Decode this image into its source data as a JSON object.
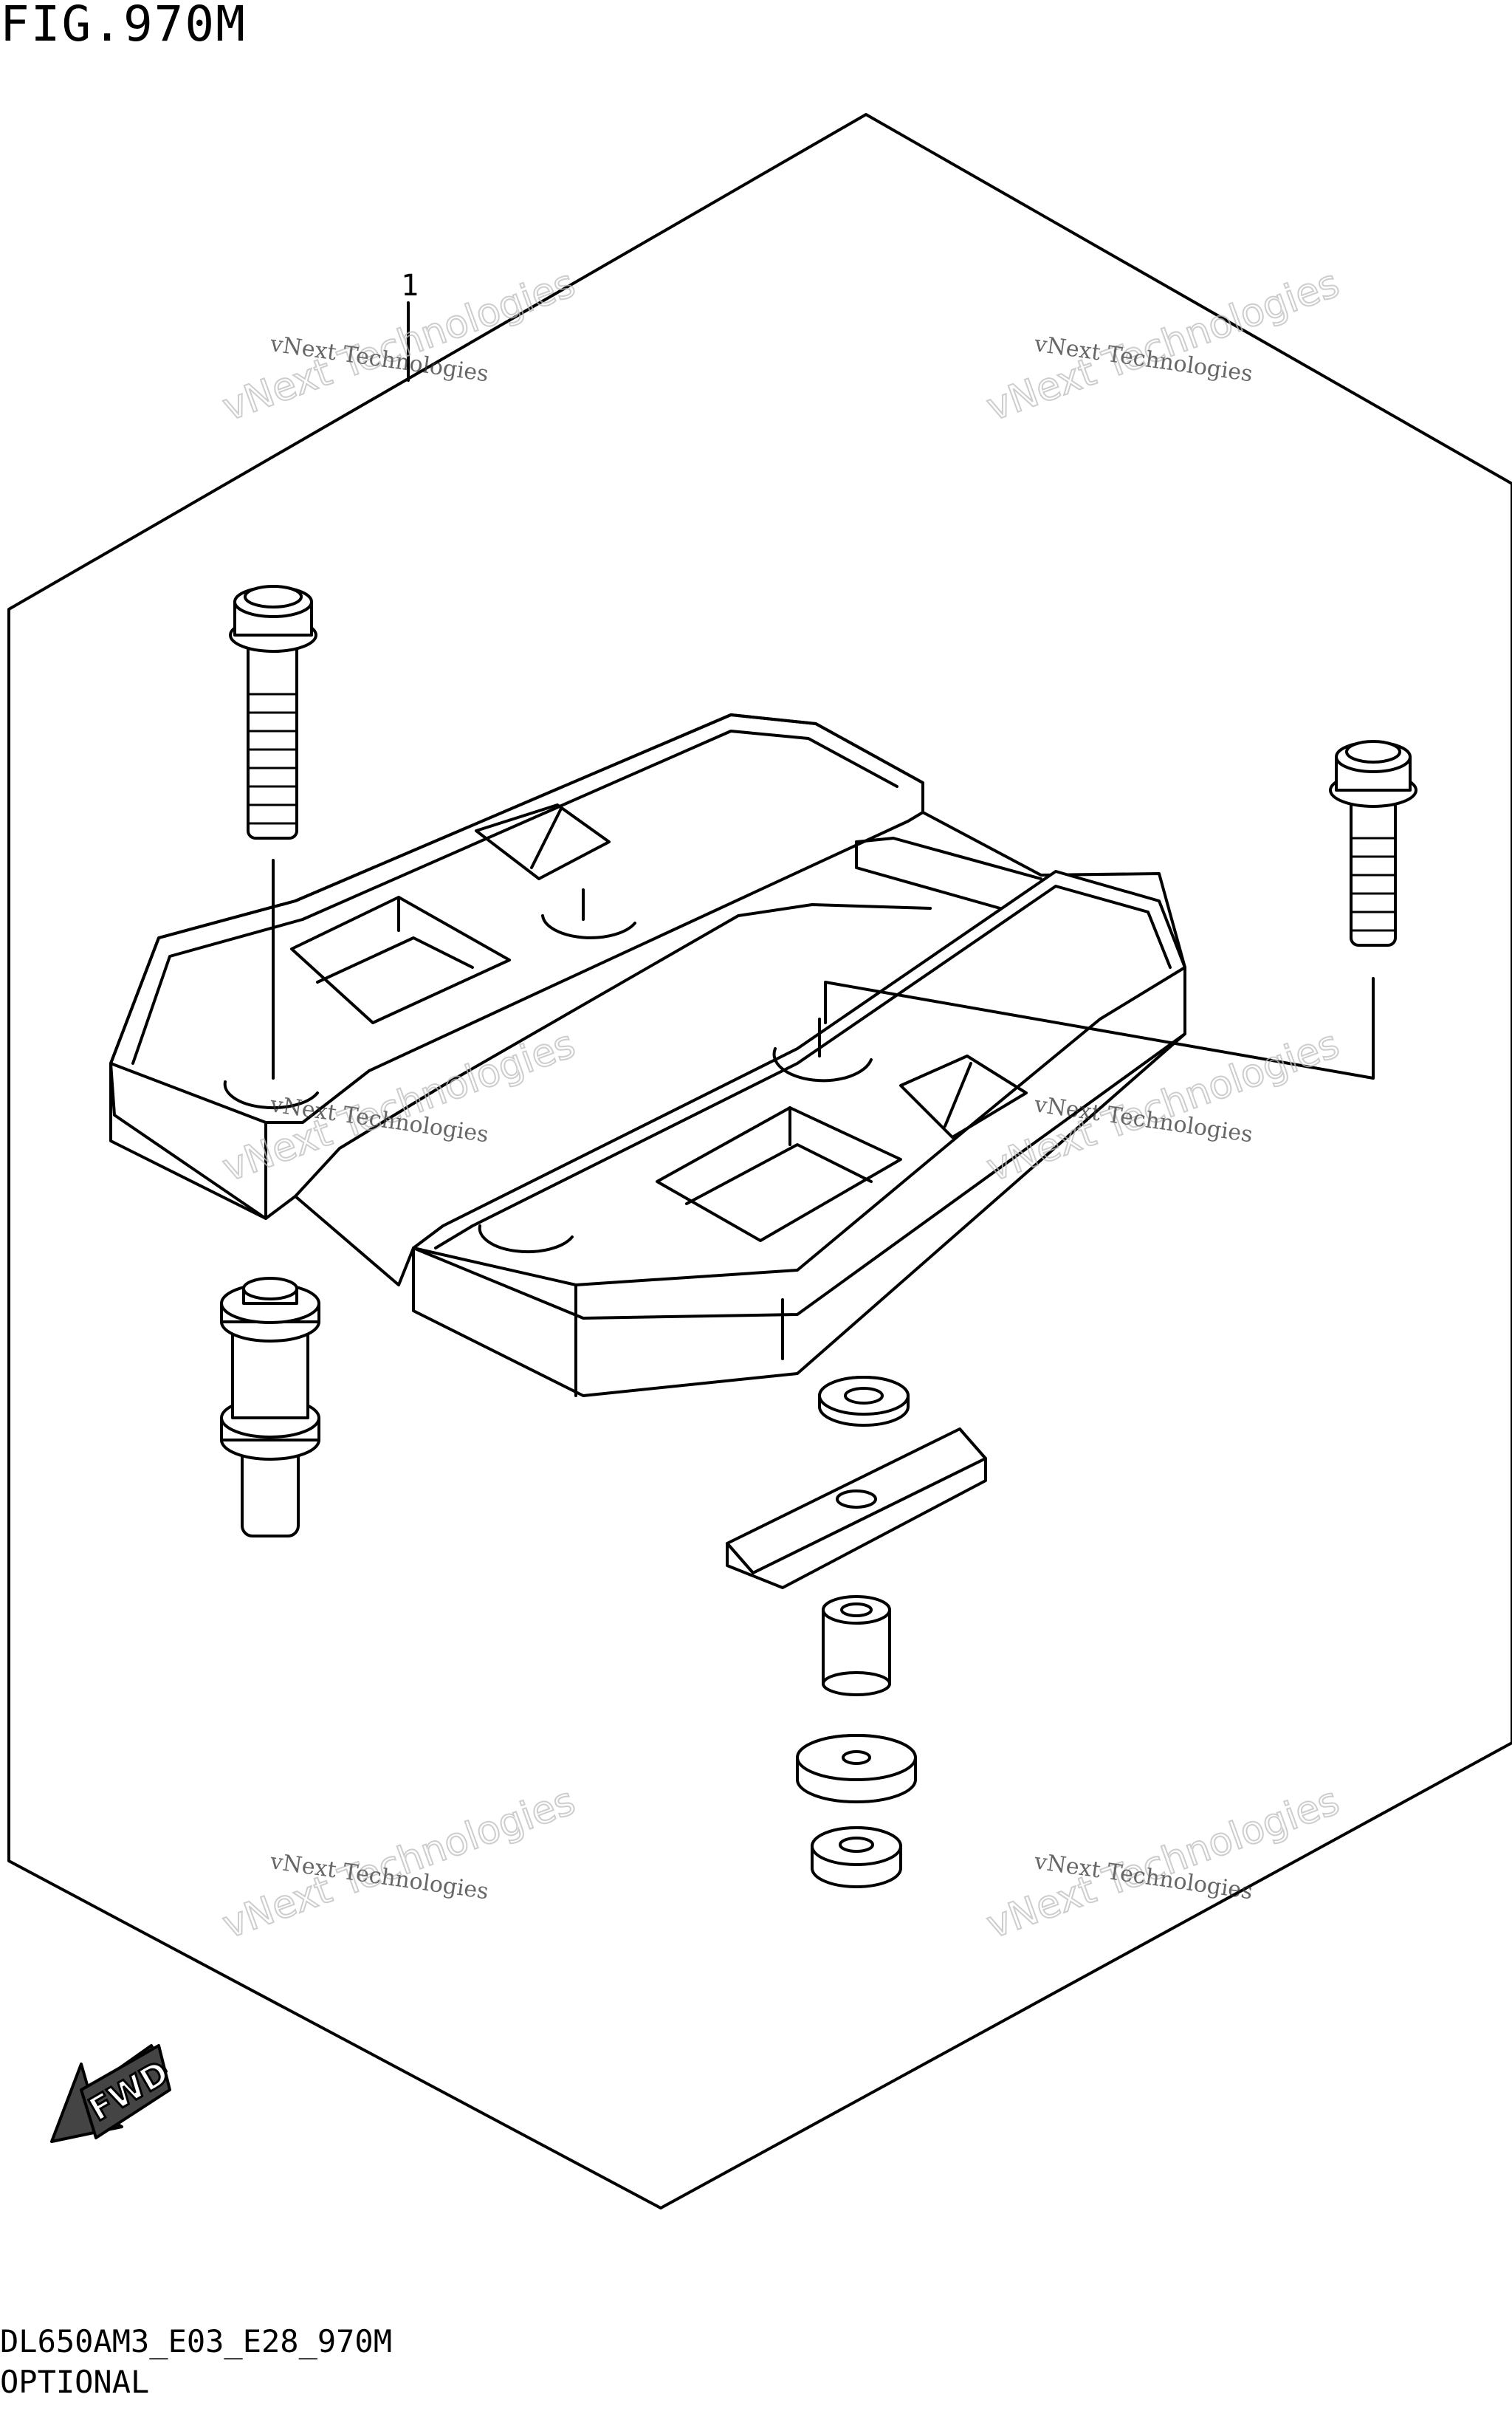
{
  "figure": {
    "title": "FIG.970M",
    "callouts": [
      {
        "number": "1"
      }
    ],
    "direction_label": "FWD"
  },
  "footer": {
    "code": "DL650AM3_E03_E28_970M",
    "note": "OPTIONAL"
  },
  "watermark": {
    "small_text": "vNext Technologies",
    "big_text": "vNext Technologies"
  }
}
